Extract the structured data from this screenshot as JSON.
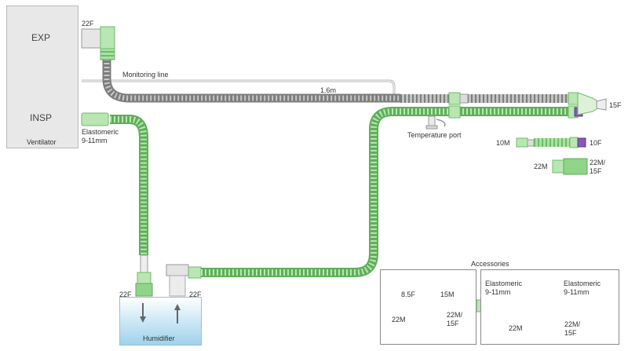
{
  "colors": {
    "tube_green": "#9edc97",
    "tube_green_dark": "#5fae5a",
    "tube_grey": "#8e8e8e",
    "tube_grey_light": "#cfcfcf",
    "purple": "#8a56b8",
    "humidifier_water": "#9fd2ec"
  },
  "ventilator": {
    "label": "Ventilator",
    "exp_label": "EXP",
    "insp_label": "INSP",
    "exp_arrow_icon": "arrow-left-icon",
    "insp_arrow_icon": "arrow-right-icon"
  },
  "labels": {
    "exp_connector": "22F",
    "monitoring_line": "Monitoring line",
    "length": "1.6m",
    "wye_port": "15F",
    "temperature_port": "Temperature port",
    "elastomeric_line1": "Elastomeric",
    "elastomeric_line2": "9-11mm"
  },
  "humidifier": {
    "label": "Humidifier",
    "left_port": "22F",
    "right_port": "22F",
    "down_arrow_icon": "arrow-down-icon",
    "up_arrow_icon": "arrow-up-icon"
  },
  "parts": {
    "extension_left": "10M",
    "extension_right": "10F",
    "adapter_left": "22M",
    "adapter_right_line1": "22M/",
    "adapter_right_line2": "15F"
  },
  "accessories": {
    "title": "Accessories",
    "connector1_left": "8.5F",
    "connector1_right": "15M",
    "connector2_left": "22M",
    "connector2_right_line1": "22M/",
    "connector2_right_line2": "15F",
    "elastomeric_left_line1": "Elastomeric",
    "elastomeric_left_line2": "9-11mm",
    "elastomeric_right_line1": "Elastomeric",
    "elastomeric_right_line2": "9-11mm",
    "connector3_left": "22M",
    "connector3_right_line1": "22M/",
    "connector3_right_line2": "15F"
  }
}
